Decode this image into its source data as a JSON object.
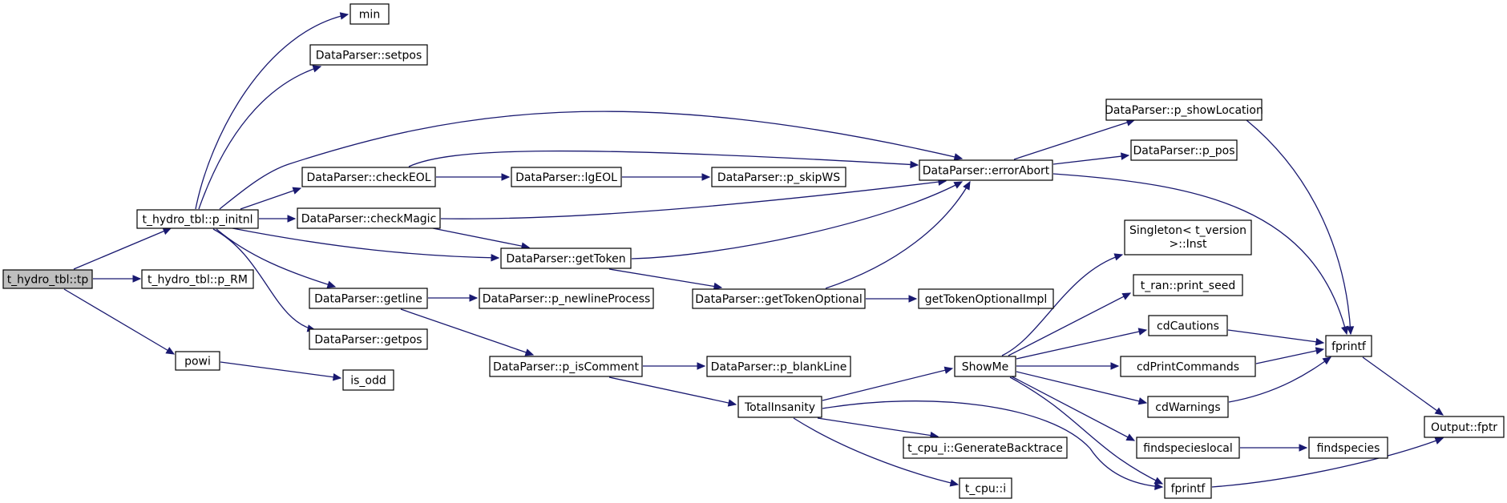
{
  "graph": {
    "edge_color": "#191970",
    "root_fill": "#bfbfbf",
    "node_fill": "#ffffff",
    "nodes": [
      {
        "id": "tp",
        "label": "t_hydro_tbl::tp"
      },
      {
        "id": "pinitnl",
        "label": "t_hydro_tbl::p_initnl"
      },
      {
        "id": "prm",
        "label": "t_hydro_tbl::p_RM"
      },
      {
        "id": "powi",
        "label": "powi"
      },
      {
        "id": "min",
        "label": "min"
      },
      {
        "id": "setpos",
        "label": "DataParser::setpos"
      },
      {
        "id": "checkeol",
        "label": "DataParser::checkEOL"
      },
      {
        "id": "checkmagic",
        "label": "DataParser::checkMagic"
      },
      {
        "id": "gettoken",
        "label": "DataParser::getToken"
      },
      {
        "id": "getline",
        "label": "DataParser::getline"
      },
      {
        "id": "getpos",
        "label": "DataParser::getpos"
      },
      {
        "id": "isodd",
        "label": "is_odd"
      },
      {
        "id": "lgeol",
        "label": "DataParser::lgEOL"
      },
      {
        "id": "pskipws",
        "label": "DataParser::p_skipWS"
      },
      {
        "id": "errorabort",
        "label": "DataParser::errorAbort"
      },
      {
        "id": "pshowloc",
        "label": "DataParser::p_showLocation"
      },
      {
        "id": "ppos",
        "label": "DataParser::p_pos"
      },
      {
        "id": "gettokenopt",
        "label": "DataParser::getTokenOptional"
      },
      {
        "id": "gettokenoptimpl",
        "label": "getTokenOptionalImpl"
      },
      {
        "id": "pnewline",
        "label": "DataParser::p_newlineProcess"
      },
      {
        "id": "piscomment",
        "label": "DataParser::p_isComment"
      },
      {
        "id": "pblankline",
        "label": "DataParser::p_blankLine"
      },
      {
        "id": "totalinsanity",
        "label": "TotalInsanity"
      },
      {
        "id": "showme",
        "label": "ShowMe"
      },
      {
        "id": "singleton",
        "label": "Singleton< t_version",
        "label2": ">::Inst"
      },
      {
        "id": "printseed",
        "label": "t_ran::print_seed"
      },
      {
        "id": "cdcautions",
        "label": "cdCautions"
      },
      {
        "id": "cdprintcommands",
        "label": "cdPrintCommands"
      },
      {
        "id": "cdwarnings",
        "label": "cdWarnings"
      },
      {
        "id": "findspecieslocal",
        "label": "findspecieslocal"
      },
      {
        "id": "findspecies",
        "label": "findspecies"
      },
      {
        "id": "fprintf1",
        "label": "fprintf"
      },
      {
        "id": "fprintf2",
        "label": "fprintf"
      },
      {
        "id": "outputfptr",
        "label": "Output::fptr"
      },
      {
        "id": "backtrace",
        "label": "t_cpu_i::GenerateBacktrace"
      },
      {
        "id": "tcpui",
        "label": "t_cpu::i"
      }
    ]
  }
}
